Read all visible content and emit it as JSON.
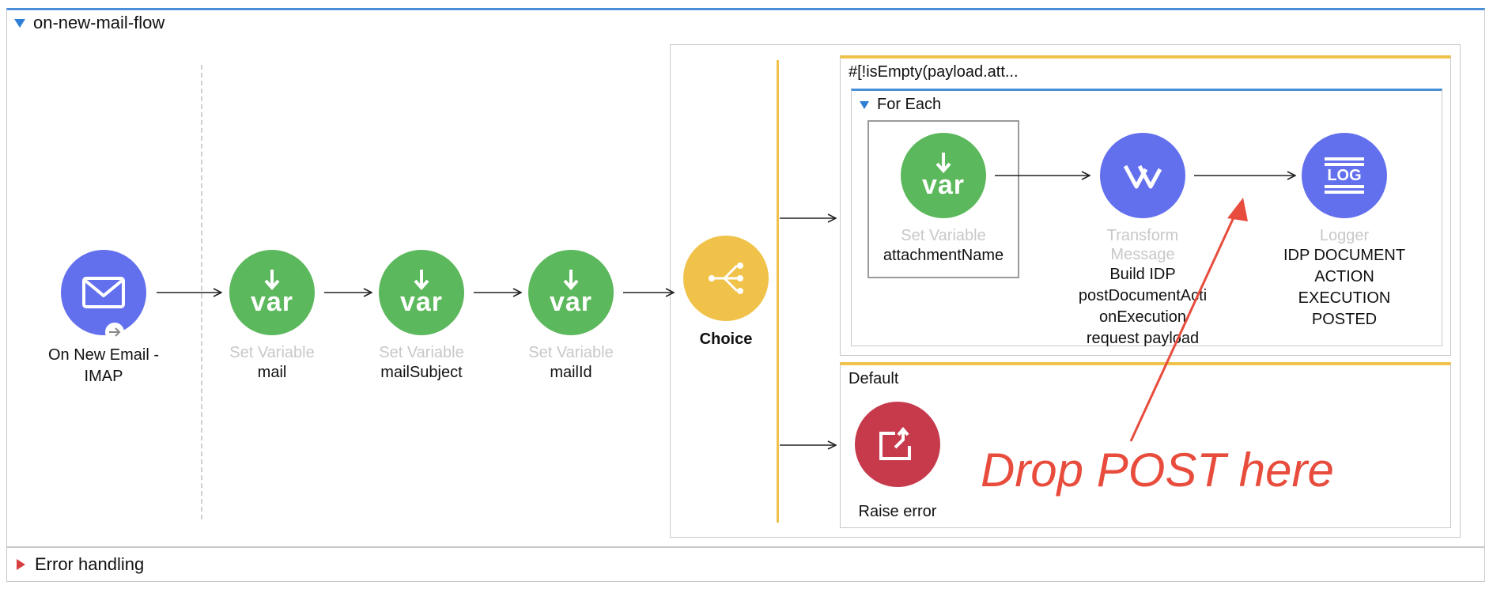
{
  "flow": {
    "name": "on-new-mail-flow",
    "error_handling_label": "Error handling"
  },
  "source": {
    "name_line1": "On New Email -",
    "name_line2": "IMAP",
    "icon": "envelope-icon"
  },
  "set_variables": [
    {
      "type": "Set Variable",
      "name": "mail",
      "glyph": "var"
    },
    {
      "type": "Set Variable",
      "name": "mailSubject",
      "glyph": "var"
    },
    {
      "type": "Set Variable",
      "name": "mailId",
      "glyph": "var"
    }
  ],
  "choice": {
    "label": "Choice",
    "when_route": {
      "condition": "#[!isEmpty(payload.att...",
      "for_each": {
        "label": "For Each",
        "set_variable": {
          "type": "Set Variable",
          "name": "attachmentName",
          "glyph": "var"
        },
        "transform": {
          "type": "Transform Message",
          "name_lines": [
            "Build IDP",
            "postDocumentActi",
            "onExecution",
            "request payload"
          ]
        },
        "logger": {
          "type": "Logger",
          "glyph": "LOG",
          "name_lines": [
            "IDP DOCUMENT",
            "ACTION",
            "EXECUTION",
            "POSTED"
          ]
        }
      }
    },
    "default_route": {
      "label": "Default",
      "raise_error": {
        "name": "Raise error"
      }
    }
  },
  "annotation": {
    "text": "Drop POST here",
    "color": "#e84c3d"
  },
  "colors": {
    "accent_blue": "#4a90d9",
    "set_variable_green": "#5cb85c",
    "connector_purple": "#6370ee",
    "choice_yellow": "#f0c24a",
    "error_red": "#c63a4c"
  }
}
